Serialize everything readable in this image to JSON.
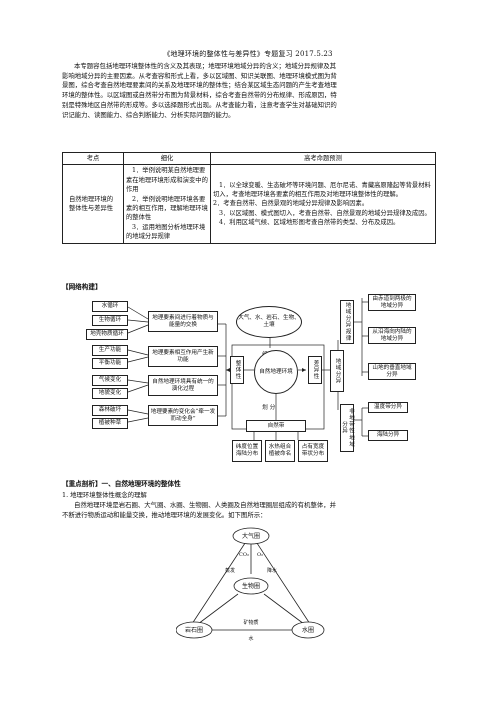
{
  "doc": {
    "title": "《地理环境的整体性与差异性》专题复习 2017.5.23",
    "intro_lines": [
      "本专题容包括地理环境整体性的含义及其表现；地理环境地域分异的含义；地域分异规律及其",
      "影响地域分异的主要因素。从考查容和形式上看，多以区域图、知识关联图、地理环境模式图为背",
      "景图，综合考查自然地理要素间的关系及地理环境的整体性；结合某区域生态问题的产生考查地理",
      "环境的整体性。以区域图或自然带分布图为背景材料，综合考查自然带的分布规律、形成原因，特",
      "别是特殊地区自然带的形成等。多以选择题形式出现。从考查能力看，注意考查学生对基础知识的",
      "识记能力、读图能力、综合判断能力、分析实际问题的能力。"
    ]
  },
  "table": {
    "headers": [
      "考点",
      "细化",
      "高考命题预测"
    ],
    "topic": "自然地理环境的整体性与差异性",
    "details": [
      "1．举例说明某自然地理要素在地理环境形成和演变中的作用",
      "2．举例说明地理环境各要素的相互作用，理解地理环境的整体性",
      "3．运用地图分析地理环境的地域分异规律"
    ],
    "predictions": [
      "1．以全球变暖、生态破坏等环境问题、厄尔尼诺、青藏高原隆起等背景材料切入，考查地理环境各要素的相互作用及对地理环境整体性的理解。",
      "2．考查自然带、自然景观的地域分异规律及影响因素。",
      "3．以区域图、模式图切入，考查自然带、自然景观的地域分异规律及成因。",
      "4．利用区域气候、区域地形图考查自然带的类型、分布及成因。"
    ]
  },
  "network": {
    "heading": "【网络构建】",
    "left_boxes": [
      "水循环",
      "生物循环",
      "地壳物质循环",
      "生产功能",
      "平衡功能",
      "气候变化",
      "地貌变化",
      "森林破坏",
      "植被种草"
    ],
    "middle_boxes": [
      "地理要素间进行着物质与能量的交换",
      "地理要素相互作用产生新功能",
      "自然地理环境具有统一的演化过程",
      "地理要素的变化会“牵一发而动全身”"
    ],
    "ellipse": "大气、水、岩石、生物、土壤",
    "compose_label": "组 成",
    "center": "自然地理环境",
    "integrity": "整体性",
    "difference": "差异性",
    "divide_label": "划 分",
    "natural_zone": "自然带",
    "bottom_boxes": [
      "纬度位置海陆分布",
      "水热组合植被命名",
      "占有宽度带状分布"
    ],
    "regional": "地域分异",
    "regularity": "地域分异规律",
    "non_zonal": "非地带性地域分异",
    "right_boxes": [
      "由赤道到两极的地域分异",
      "从沿海向内陆的地域分异",
      "山地的垂直地域分异",
      "温度带分异",
      "海陆分异"
    ]
  },
  "analysis": {
    "heading": "【重点剖析】一、自然地理环境的整体性",
    "sub1": "1. 地理环境整体性概念的理解",
    "text1": "自然地理环境是岩石圈、大气圈、水圈、生物圈、人类圈及自然地理圈层组成的有机整体，并",
    "text2": "不断进行物质运动和能量交换，推动地理环境的发展变化。如下图所示："
  },
  "sphere_diagram": {
    "atmosphere": "大气圈",
    "biosphere": "生物圈",
    "lithosphere": "岩石圈",
    "hydrosphere": "水圈",
    "labels": [
      "CO₂",
      "O₂",
      "降水",
      "蒸发",
      "矿物质",
      "水"
    ]
  }
}
